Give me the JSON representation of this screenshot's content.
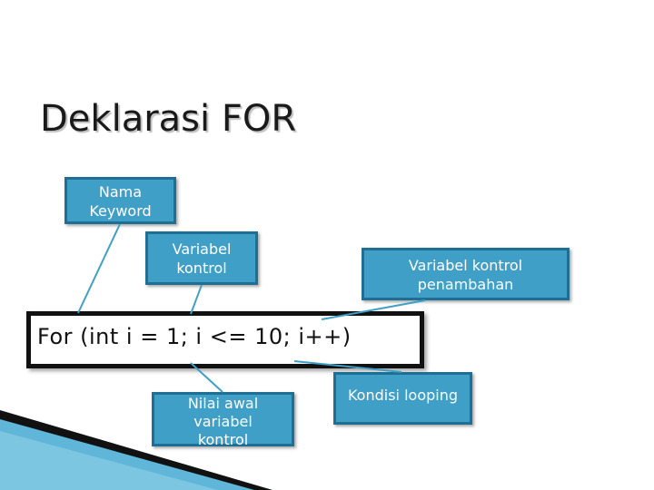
{
  "title": "Deklarasi FOR",
  "code": "For (int i = 1; i <= 10; i++)",
  "callouts": {
    "nama_keyword": [
      "Nama",
      "Keyword"
    ],
    "variabel_kontrol": [
      "Variabel",
      "kontrol"
    ],
    "variabel_penambahan": [
      "Variabel kontrol",
      "penambahan"
    ],
    "nilai_awal": [
      "Nilai awal",
      "variabel",
      "kontrol"
    ],
    "kondisi_looping": [
      "Kondisi looping"
    ]
  },
  "colors": {
    "callout_fill": "#3f9fc6",
    "callout_border": "#1f6e93",
    "connector": "#3f9fc6",
    "code_border": "#111111"
  }
}
